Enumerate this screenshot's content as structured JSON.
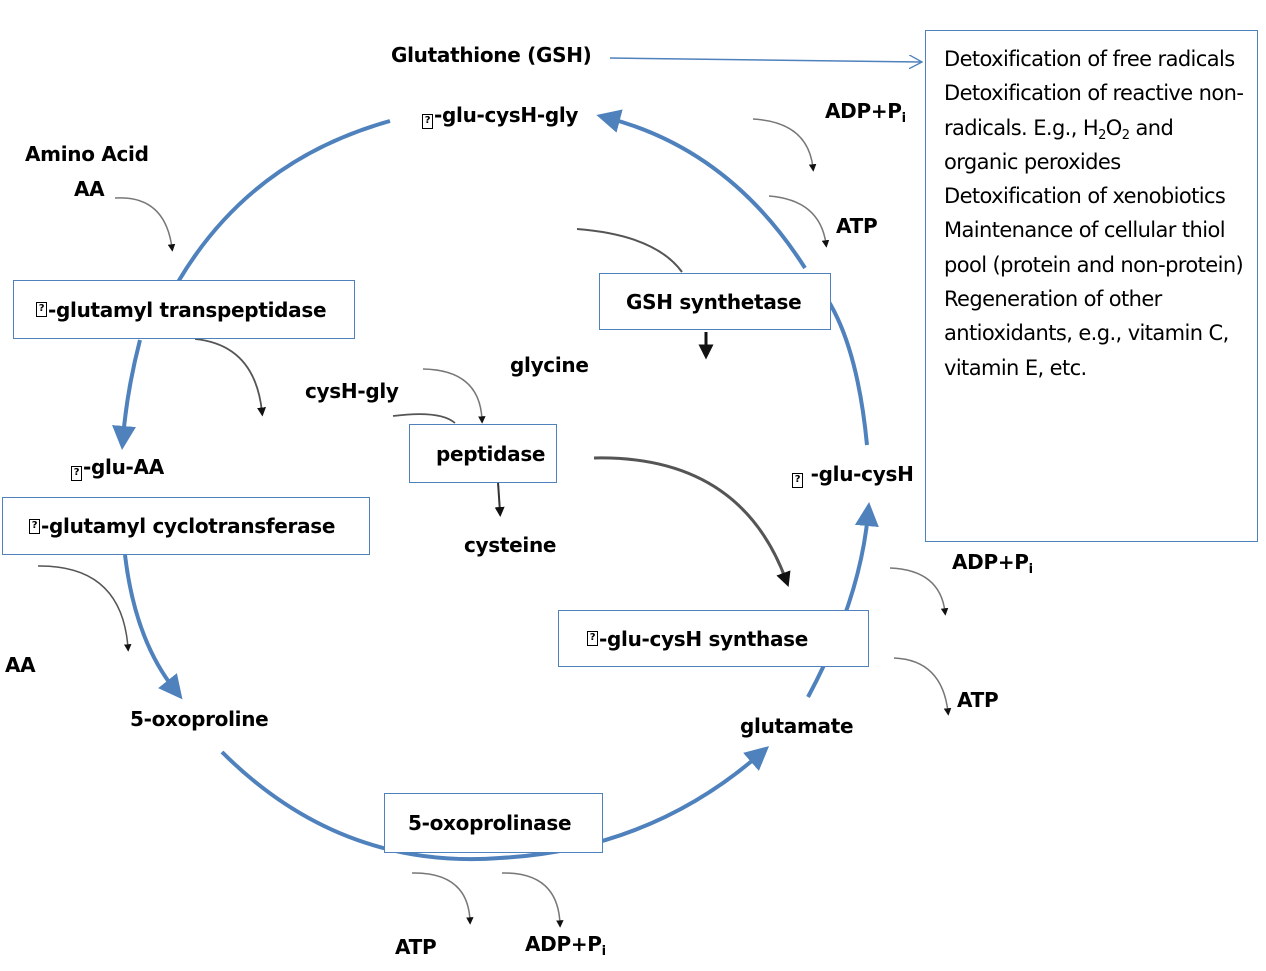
{
  "title": "Glutathione (GSH)",
  "gamma_placeholder_glyph": "?",
  "metabolites": {
    "gsh_full": "-glu-cysH-gly",
    "amino_acid": "Amino Acid",
    "aa_in": "AA",
    "glu_aa": "-glu-AA",
    "aa_out": "AA",
    "oxoproline": "5-oxoproline",
    "glutamate": "glutamate",
    "glu_cysh": " -glu-cysH",
    "cysh_gly": "cysH-gly",
    "glycine": "glycine",
    "cysteine": "cysteine"
  },
  "cofactors": {
    "gsh_synthetase_adp": "ADP+P",
    "gsh_synthetase_adp_sub": "i",
    "gsh_synthetase_atp": "ATP",
    "synthase_adp": "ADP+P",
    "synthase_adp_sub": "i",
    "synthase_atp": "ATP",
    "oxoprolinase_atp": "ATP",
    "oxoprolinase_adp": "ADP+P",
    "oxoprolinase_adp_sub": "i"
  },
  "enzymes": {
    "transpeptidase": "-glutamyl transpeptidase",
    "cyclotransferase": "-glutamyl cyclotransferase",
    "oxoprolinase": "5-oxoprolinase",
    "synthase": " -glu-cysH synthase",
    "gsh_synthetase": "GSH synthetase",
    "peptidase": "peptidase"
  },
  "functions_box": {
    "items": [
      "Detoxification of free radicals",
      "Detoxification of reactive non-radicals. E.g., H",
      "Detoxification of xenobiotics",
      "Maintenance of cellular thiol pool (protein and non-protein)",
      "Regeneration of other antioxidants, e.g., vitamin C, vitamin E, etc."
    ],
    "h2o2_sub1": "2",
    "h2o2_mid": "O",
    "h2o2_sub2": "2",
    "h2o2_tail": " and organic peroxides"
  },
  "colors": {
    "cycle_arrow": "#4f81bd",
    "box_border": "#4f81bd",
    "side_arrow": "#555555"
  }
}
